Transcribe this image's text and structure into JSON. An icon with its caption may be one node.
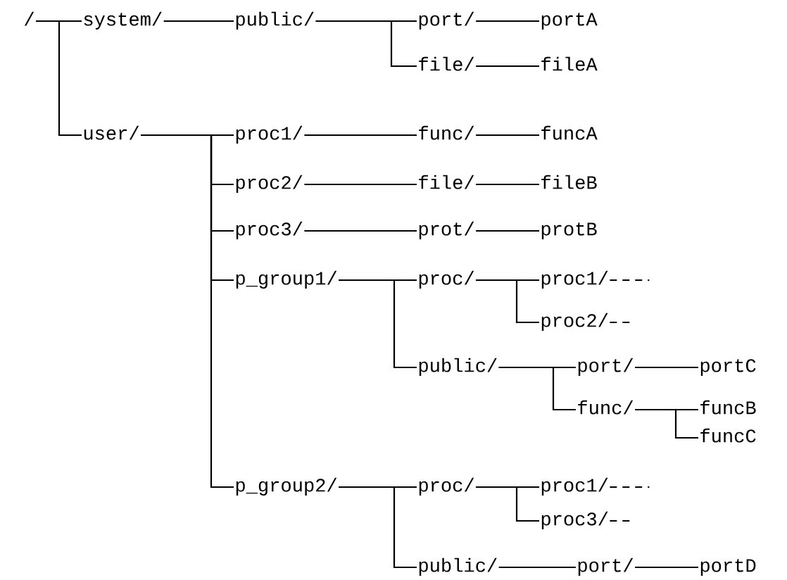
{
  "diagram": {
    "nodes": [
      {
        "text": [
          "/"
        ]
      },
      {
        "text": [
          "system/"
        ]
      },
      {
        "text": [
          "public/"
        ]
      },
      {
        "text": [
          "port/"
        ]
      },
      {
        "text": [
          "portA"
        ]
      },
      {
        "text": [
          "file/"
        ]
      },
      {
        "text": [
          "fileA"
        ]
      },
      {
        "text": [
          "user/"
        ]
      },
      {
        "text": [
          "proc1/"
        ]
      },
      {
        "text": [
          "func/"
        ]
      },
      {
        "text": [
          "funcA"
        ]
      },
      {
        "text": [
          "proc2/"
        ]
      },
      {
        "text": [
          "file/"
        ]
      },
      {
        "text": [
          "fileB"
        ]
      },
      {
        "text": [
          "proc3/"
        ]
      },
      {
        "text": [
          "prot/"
        ]
      },
      {
        "text": [
          "protB"
        ]
      },
      {
        "text": [
          "p_group1/"
        ]
      },
      {
        "text": [
          "proc/"
        ]
      },
      {
        "text": [
          "proc1/"
        ]
      },
      {
        "text": [
          "proc2/"
        ]
      },
      {
        "text": [
          "public/"
        ]
      },
      {
        "text": [
          "port/"
        ]
      },
      {
        "text": [
          "portC"
        ]
      },
      {
        "text": [
          "func/"
        ]
      },
      {
        "text": [
          "funcB"
        ]
      },
      {
        "text": [
          "funcC"
        ]
      },
      {
        "text": [
          "p_group2/"
        ]
      },
      {
        "text": [
          "proc/"
        ]
      },
      {
        "text": [
          "proc1/"
        ]
      },
      {
        "text": [
          "proc3/"
        ]
      },
      {
        "text": [
          "public/"
        ]
      },
      {
        "text": [
          "port/"
        ]
      },
      {
        "text": [
          "portD"
        ]
      }
    ],
    "edges": [
      {
        "from": 0,
        "to": 1,
        "arrow": "none"
      },
      {
        "from": 0,
        "to": 7,
        "arrow": "none"
      },
      {
        "from": 1,
        "to": 2,
        "arrow": "none"
      },
      {
        "from": 2,
        "to": 3,
        "arrow": "none"
      },
      {
        "from": 2,
        "to": 5,
        "arrow": "none"
      },
      {
        "from": 3,
        "to": 4,
        "arrow": "none"
      },
      {
        "from": 5,
        "to": 6,
        "arrow": "none"
      },
      {
        "from": 7,
        "to": 8,
        "arrow": "none"
      },
      {
        "from": 7,
        "to": 11,
        "arrow": "none"
      },
      {
        "from": 7,
        "to": 14,
        "arrow": "none"
      },
      {
        "from": 7,
        "to": 17,
        "arrow": "none"
      },
      {
        "from": 7,
        "to": 27,
        "arrow": "none"
      },
      {
        "from": 8,
        "to": 9,
        "arrow": "none"
      },
      {
        "from": 9,
        "to": 10,
        "arrow": "none"
      },
      {
        "from": 11,
        "to": 12,
        "arrow": "none"
      },
      {
        "from": 12,
        "to": 13,
        "arrow": "none"
      },
      {
        "from": 14,
        "to": 15,
        "arrow": "none"
      },
      {
        "from": 15,
        "to": 16,
        "arrow": "none"
      },
      {
        "from": 17,
        "to": 18,
        "arrow": "none"
      },
      {
        "from": 17,
        "to": 21,
        "arrow": "none"
      },
      {
        "from": 18,
        "to": 19,
        "arrow": "none"
      },
      {
        "from": 18,
        "to": 20,
        "arrow": "none"
      },
      {
        "from": 19,
        "to": null,
        "arrow": "none",
        "style": "dashed"
      },
      {
        "from": 20,
        "to": null,
        "arrow": "none",
        "style": "dashed"
      },
      {
        "from": 21,
        "to": 22,
        "arrow": "none"
      },
      {
        "from": 21,
        "to": 24,
        "arrow": "none"
      },
      {
        "from": 22,
        "to": 23,
        "arrow": "none"
      },
      {
        "from": 24,
        "to": 25,
        "arrow": "none"
      },
      {
        "from": 24,
        "to": 26,
        "arrow": "none"
      },
      {
        "from": 27,
        "to": 28,
        "arrow": "none"
      },
      {
        "from": 27,
        "to": 31,
        "arrow": "none"
      },
      {
        "from": 28,
        "to": 29,
        "arrow": "none"
      },
      {
        "from": 28,
        "to": 30,
        "arrow": "none"
      },
      {
        "from": 29,
        "to": null,
        "arrow": "none",
        "style": "dashed"
      },
      {
        "from": 30,
        "to": null,
        "arrow": "none",
        "style": "dashed"
      },
      {
        "from": 31,
        "to": 32,
        "arrow": "none"
      },
      {
        "from": 32,
        "to": 33,
        "arrow": "none"
      }
    ]
  }
}
